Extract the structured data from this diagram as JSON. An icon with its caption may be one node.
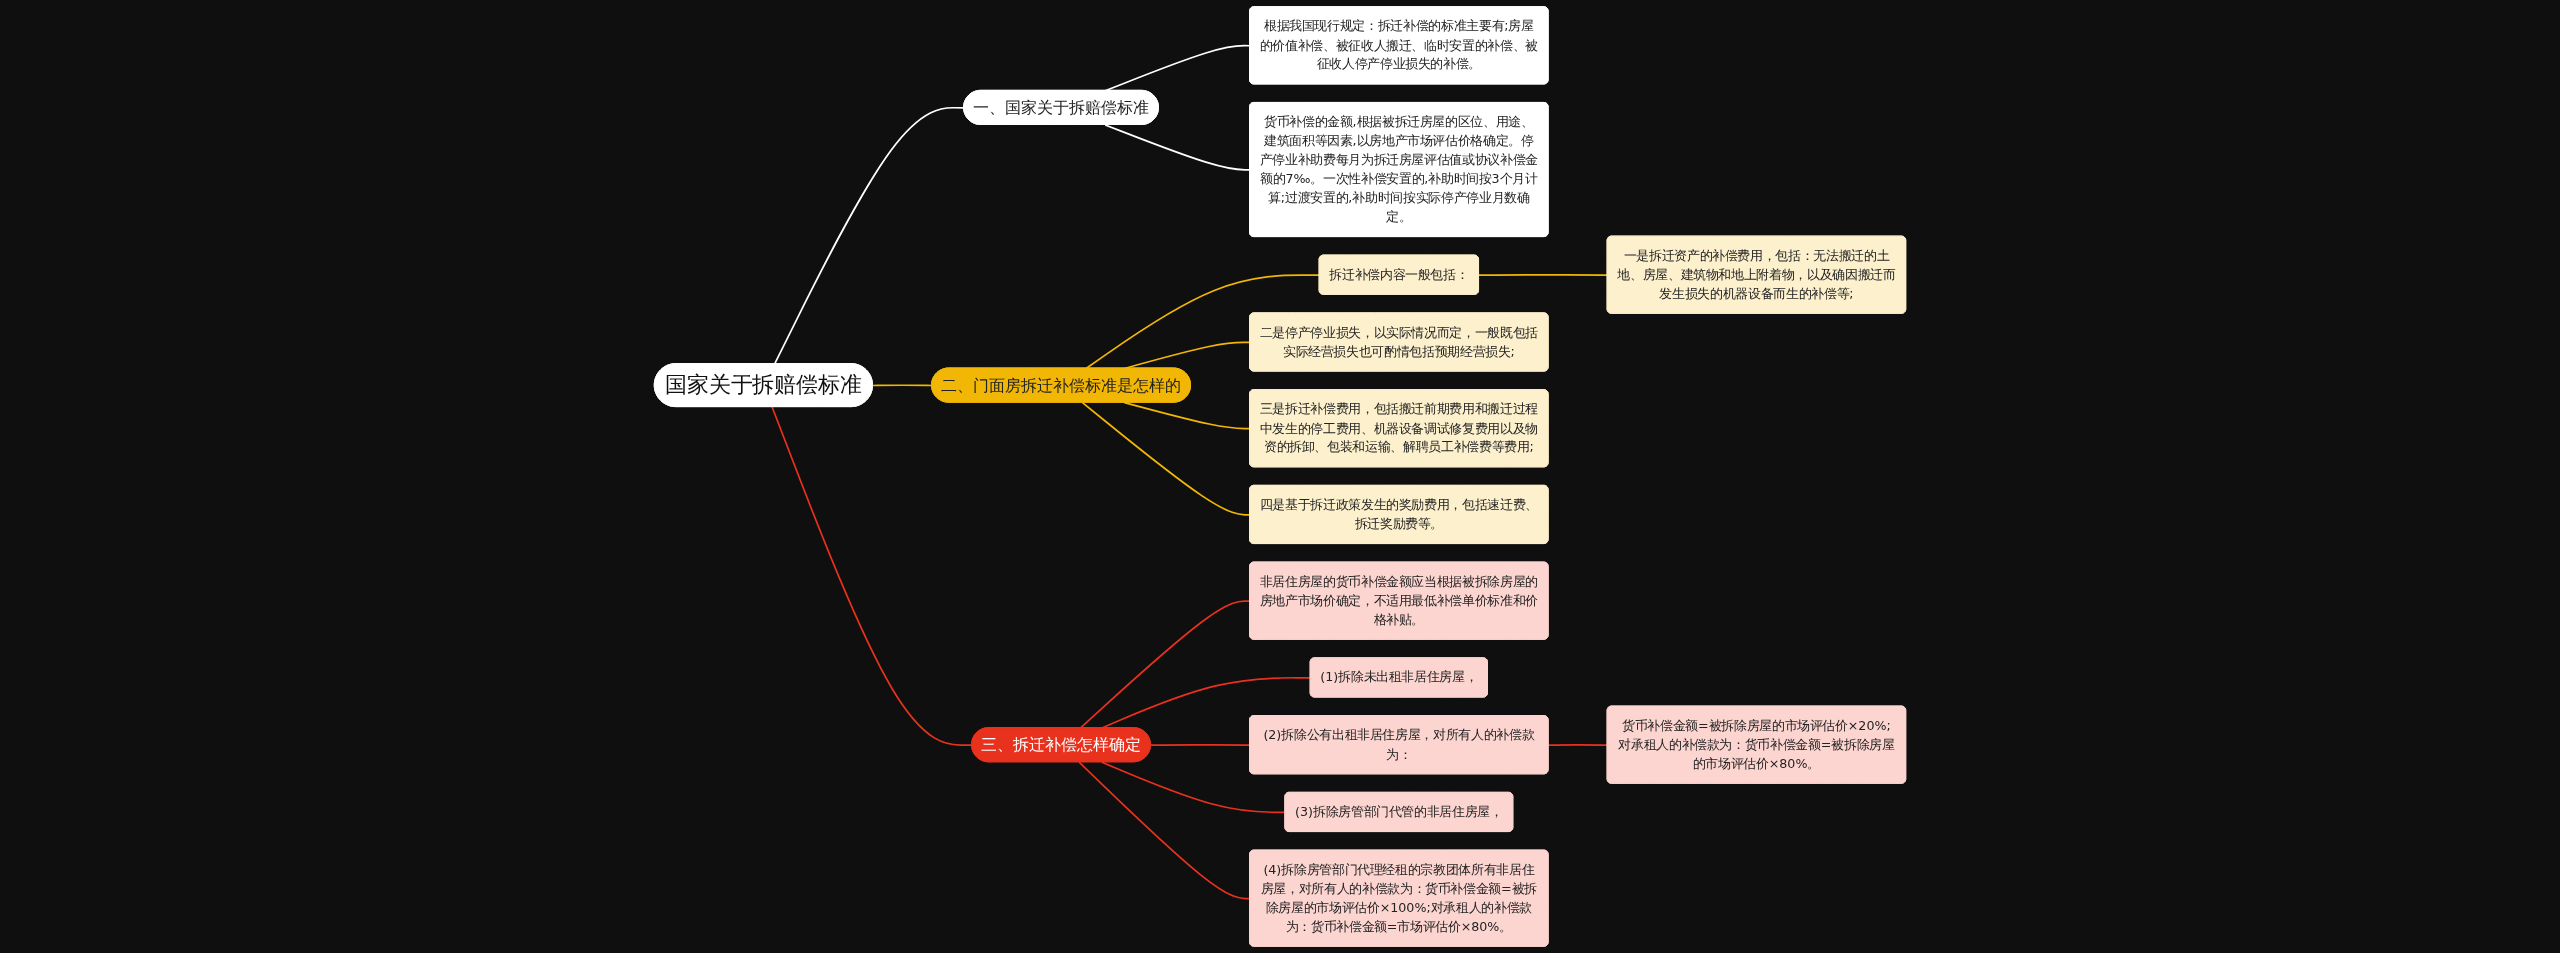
{
  "diagram": {
    "nodes": [
      {
        "text": [
          "国家关于拆赔偿标准"
        ]
      },
      {
        "text": [
          "一、国家关于拆赔偿标准"
        ]
      },
      {
        "text": [
          "根据我国现行规定：拆迁补偿的标准主要有;房屋的价值补偿、被征收人搬迁、临时安置的补偿、被征收人停产停业损失的补偿。"
        ]
      },
      {
        "text": [
          "货币补偿的金额,根据被拆迁房屋的区位、用途、建筑面积等因素,以房地产市场评估价格确定。停产停业补助费每月为拆迁房屋评估值或协议补偿金额的7‰。一次性补偿安置的,补助时间按3个月计算;过渡安置的,补助时间按实际停产停业月数确定。"
        ]
      },
      {
        "text": [
          "二、门面房拆迁补偿标准是怎样的"
        ]
      },
      {
        "text": [
          "拆迁补偿内容一般包括："
        ]
      },
      {
        "text": [
          "一是拆迁资产的补偿费用，包括：无法搬迁的土地、房屋、建筑物和地上附着物，以及确因搬迁而发生损失的机器设备而生的补偿等;"
        ]
      },
      {
        "text": [
          "二是停产停业损失，以实际情况而定，一般既包括实际经营损失也可酌情包括预期经营损失;"
        ]
      },
      {
        "text": [
          "三是拆迁补偿费用，包括搬迁前期费用和搬迁过程中发生的停工费用、机器设备调试修复费用以及物资的拆卸、包装和运输、解聘员工补偿费等费用;"
        ]
      },
      {
        "text": [
          "四是基于拆迁政策发生的奖励费用，包括速迁费、拆迁奖励费等。"
        ]
      },
      {
        "text": [
          "三、拆迁补偿怎样确定"
        ]
      },
      {
        "text": [
          "非居住房屋的货币补偿金额应当根据被拆除房屋的房地产市场价确定，不适用最低补偿单价标准和价格补贴。"
        ]
      },
      {
        "text": [
          "(1)拆除未出租非居住房屋，"
        ]
      },
      {
        "text": [
          "(2)拆除公有出租非居住房屋，对所有人的补偿款为："
        ]
      },
      {
        "text": [
          "货币补偿金额=被拆除房屋的市场评估价×20%;对承租人的补偿款为：货币补偿金额=被拆除房屋的市场评估价×80%。"
        ]
      },
      {
        "text": [
          "(3)拆除房管部门代管的非居住房屋，"
        ]
      },
      {
        "text": [
          "(4)拆除房管部门代理经租的宗教团体所有非居住房屋，对所有人的补偿款为：货币补偿金额=被拆除房屋的市场评估价×100%;对承租人的补偿款为：货币补偿金额=市场评估价×80%。"
        ]
      }
    ],
    "edges": [
      {
        "from": 0,
        "to": 1,
        "arrow": "none",
        "color": "#ffffff"
      },
      {
        "from": 1,
        "to": 2,
        "arrow": "none",
        "color": "#ffffff"
      },
      {
        "from": 1,
        "to": 3,
        "arrow": "none",
        "color": "#ffffff"
      },
      {
        "from": 0,
        "to": 4,
        "arrow": "none",
        "color": "#f2b705"
      },
      {
        "from": 4,
        "to": 5,
        "arrow": "none",
        "color": "#f2b705"
      },
      {
        "from": 5,
        "to": 6,
        "arrow": "none",
        "color": "#f2b705"
      },
      {
        "from": 4,
        "to": 7,
        "arrow": "none",
        "color": "#f2b705"
      },
      {
        "from": 4,
        "to": 8,
        "arrow": "none",
        "color": "#f2b705"
      },
      {
        "from": 4,
        "to": 9,
        "arrow": "none",
        "color": "#f2b705"
      },
      {
        "from": 0,
        "to": 10,
        "arrow": "none"
      },
      {
        "from": 10,
        "to": 11,
        "arrow": "none"
      },
      {
        "from": 10,
        "to": 12,
        "arrow": "none"
      },
      {
        "from": 10,
        "to": 13,
        "arrow": "none"
      },
      {
        "from": 13,
        "to": 14,
        "arrow": "none"
      },
      {
        "from": 10,
        "to": 15,
        "arrow": "none"
      },
      {
        "from": 10,
        "to": 16,
        "arrow": "none"
      }
    ]
  }
}
